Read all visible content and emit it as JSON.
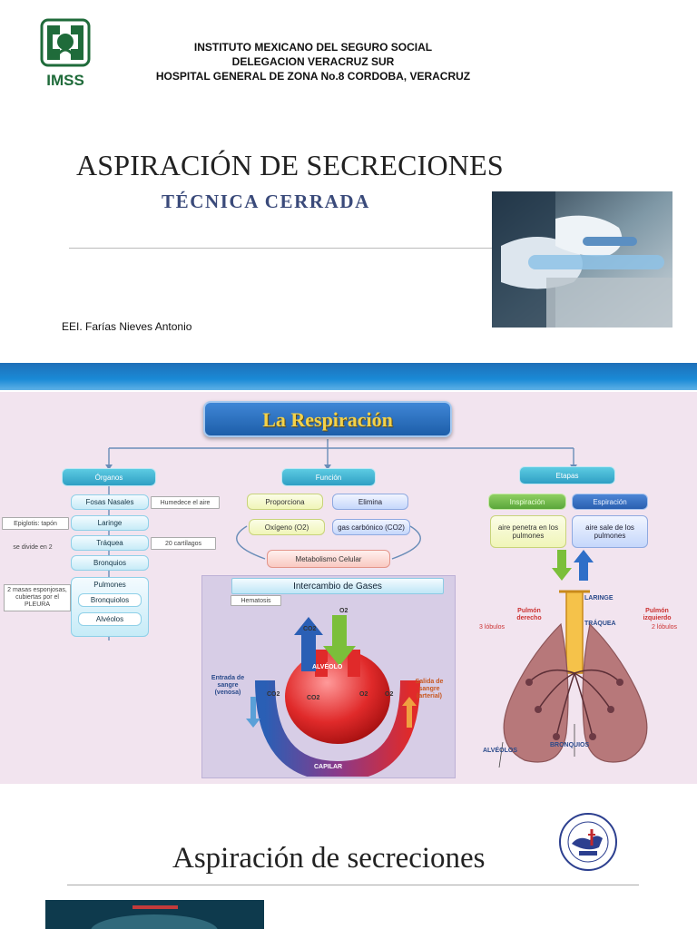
{
  "slide1": {
    "logo_text": "IMSS",
    "institution_lines": [
      "INSTITUTO MEXICANO DEL SEGURO SOCIAL",
      "DELEGACION VERACRUZ SUR",
      "HOSPITAL GENERAL DE ZONA  No.8 CORDOBA, VERACRUZ"
    ],
    "title": "ASPIRACIÓN DE SECRECIONES",
    "subtitle": "TÉCNICA CERRADA",
    "author": "EEI. Farías Nieves Antonio"
  },
  "diagram": {
    "title": "La Respiración",
    "organos": {
      "header": "Órganos",
      "items": [
        "Fosas Nasales",
        "Laringe",
        "Tráquea",
        "Bronquios",
        "Pulmones",
        "Bronquiolos",
        "Alvéolos"
      ],
      "notes": [
        "Humedece el aire",
        "Epiglotis: tapón",
        "se divide en 2",
        "20 cartílagos",
        "2 masas esponjosas, cubiertas por el PLEURA"
      ]
    },
    "funcion": {
      "header": "Función",
      "items": [
        "Proporciona",
        "Elimina",
        "Oxígeno (O2)",
        "gas carbónico (CO2)",
        "Metabolismo Celular"
      ]
    },
    "etapas": {
      "header": "Etapas",
      "inspiracion": "Inspiración",
      "espiracion": "Espiración",
      "inspiracion_desc": "aire penetra en los pulmones",
      "espiracion_desc": "aire sale de los pulmones"
    },
    "intercambio": {
      "title": "Intercambio de Gases",
      "hematosis": "Hematosis",
      "alveolo": "ALVÉOLO",
      "entrada": "Entrada de sangre (venosa)",
      "salida": "Salida de sangre (arterial)",
      "capilar": "CAPILAR",
      "co2": "CO2",
      "o2": "O2"
    },
    "lungs": {
      "laringe": "LARINGE",
      "traquea": "TRÁQUEA",
      "pulmon_derecho": "Pulmón derecho",
      "pulmon_derecho_lobulos": "3 lóbulos",
      "pulmon_izquierdo": "Pulmón izquierdo",
      "pulmon_izquierdo_lobulos": "2 lóbulos",
      "alveolos": "ALVÉOLOS",
      "bronquios": "BRONQUIOS"
    }
  },
  "slide3": {
    "title": "Aspiración de secreciones"
  },
  "colors": {
    "band": "#1a8ad6",
    "subtitle": "#3a4a7a",
    "diagram_bg": "#f2e4ef",
    "title_gold": "#f3d24a"
  }
}
